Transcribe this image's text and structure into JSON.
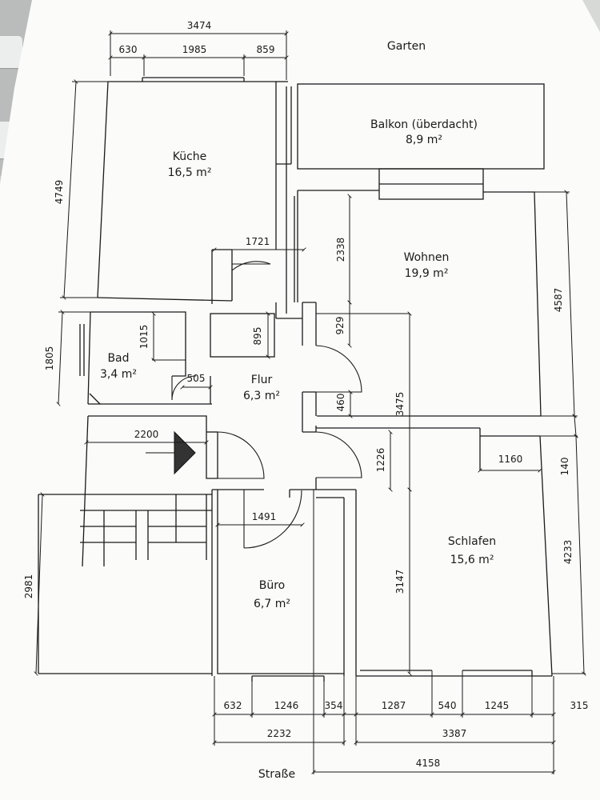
{
  "labels": {
    "garten": "Garten",
    "strasse": "Straße"
  },
  "rooms": {
    "kueche": {
      "name": "Küche",
      "area": "16,5 m²"
    },
    "balkon": {
      "name": "Balkon (überdacht)",
      "area": "8,9 m²"
    },
    "wohnen": {
      "name": "Wohnen",
      "area": "19,9 m²"
    },
    "bad": {
      "name": "Bad",
      "area": "3,4 m²"
    },
    "flur": {
      "name": "Flur",
      "area": "6,3 m²"
    },
    "schlafen": {
      "name": "Schlafen",
      "area": "15,6 m²"
    },
    "buero": {
      "name": "Büro",
      "area": "6,7 m²"
    }
  },
  "dimensions": {
    "top_total": "3474",
    "top_a": "630",
    "top_b": "1985",
    "top_c": "859",
    "kueche_h": "4749",
    "flur_w": "1721",
    "wohnen_h": "2338",
    "right_h": "4587",
    "bad_h": "1805",
    "bad_inner": "1015",
    "flur_small": "895",
    "wohn_929": "929",
    "bad_door": "505",
    "wall_460": "460",
    "mid_3475": "3475",
    "stair_w": "2200",
    "sch_1160": "1160",
    "right_140": "140",
    "mid_1226": "1226",
    "right_4233": "4233",
    "buero_w": "1491",
    "left_2981": "2981",
    "sch_3147": "3147",
    "b_632": "632",
    "b_1246": "1246",
    "b_354": "354",
    "b_1287": "1287",
    "b_540": "540",
    "b_1245": "1245",
    "b_315": "315",
    "b_2232": "2232",
    "b_3387": "3387",
    "b_4158": "4158"
  }
}
